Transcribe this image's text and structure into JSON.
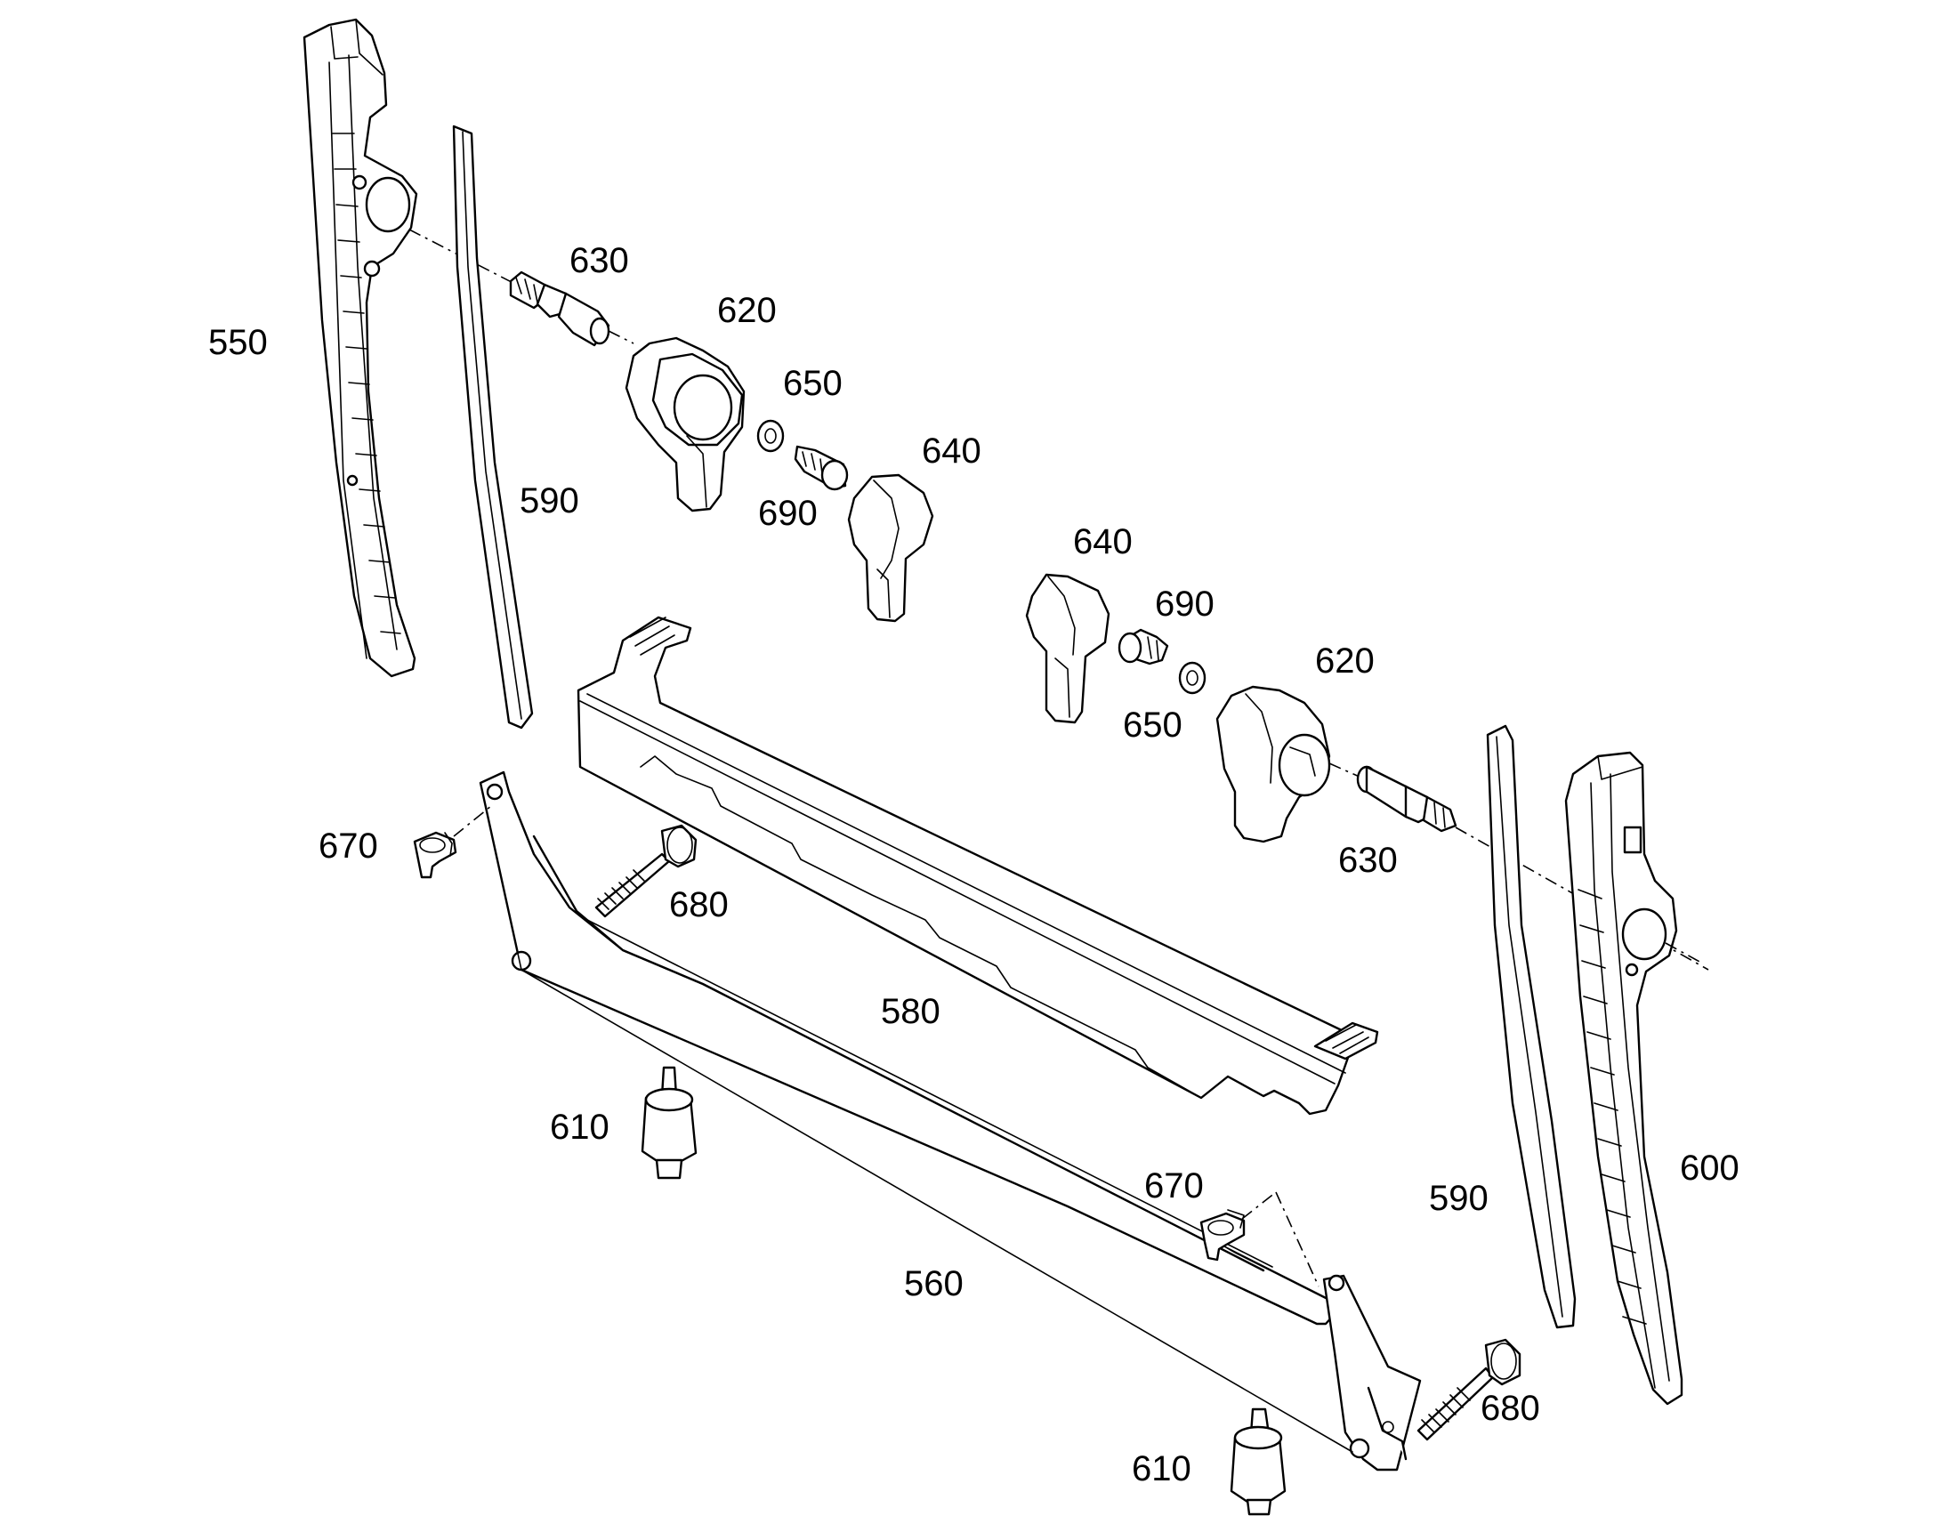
{
  "callouts": {
    "p550": "550",
    "p590_left": "590",
    "p630_top": "630",
    "p620_top": "620",
    "p650_top": "650",
    "p640_top": "640",
    "p690_top": "690",
    "p640_mid": "640",
    "p690_mid": "690",
    "p620_mid": "620",
    "p650_mid": "650",
    "p630_mid": "630",
    "p670_left": "670",
    "p680_left": "680",
    "p580": "580",
    "p610_left": "610",
    "p670_right": "670",
    "p560": "560",
    "p590_right": "590",
    "p600": "600",
    "p680_right": "680",
    "p610_right": "610"
  }
}
